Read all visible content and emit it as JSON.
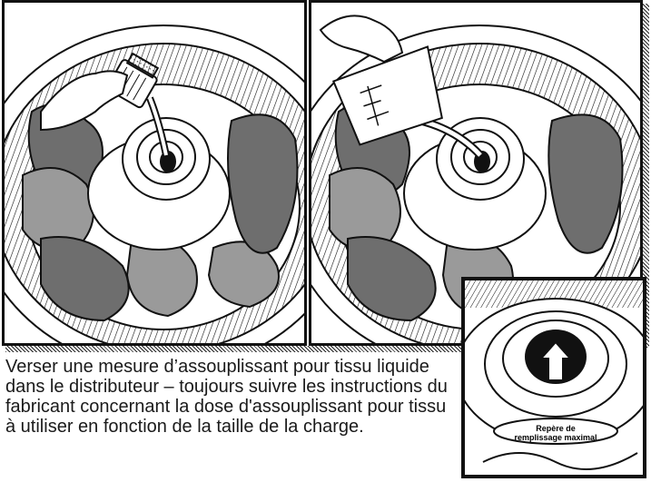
{
  "instruction_text": "Verser une mesure d’assouplissant pour tissu liquide dans le distributeur – toujours suivre les instructions du fabricant concernant la dose d'assouplissant pour tissu à utiliser en fonction de la taille de la charge.",
  "inset": {
    "label_line1": "Repère de",
    "label_line2": "remplissage maximal"
  },
  "colors": {
    "line": "#111111",
    "clothes": "#6e6e6e",
    "clothes_light": "#9a9a9a",
    "paper": "#ffffff"
  }
}
